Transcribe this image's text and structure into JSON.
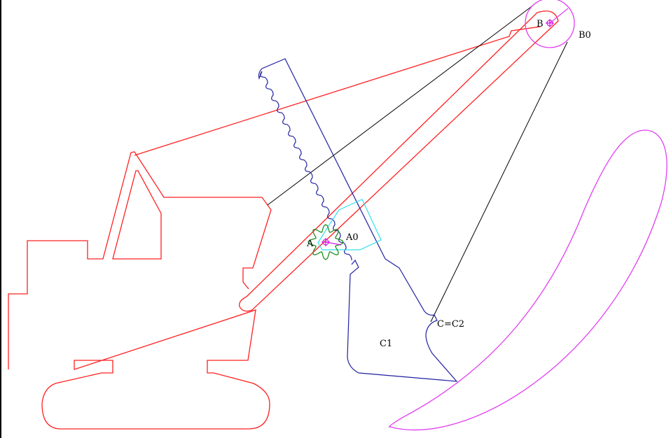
{
  "labels": {
    "a": "A",
    "a0": "A0",
    "b": "B",
    "b0": "B0",
    "c_c2": "C=C2",
    "c1": "C1"
  },
  "colors": {
    "machine": "#ff2020",
    "dipper": "#2020a0",
    "rope": "#000000",
    "trajectory": "#e040f0",
    "gear": "#209020",
    "cam": "#30e0f0",
    "pivot": "#d020e0"
  }
}
